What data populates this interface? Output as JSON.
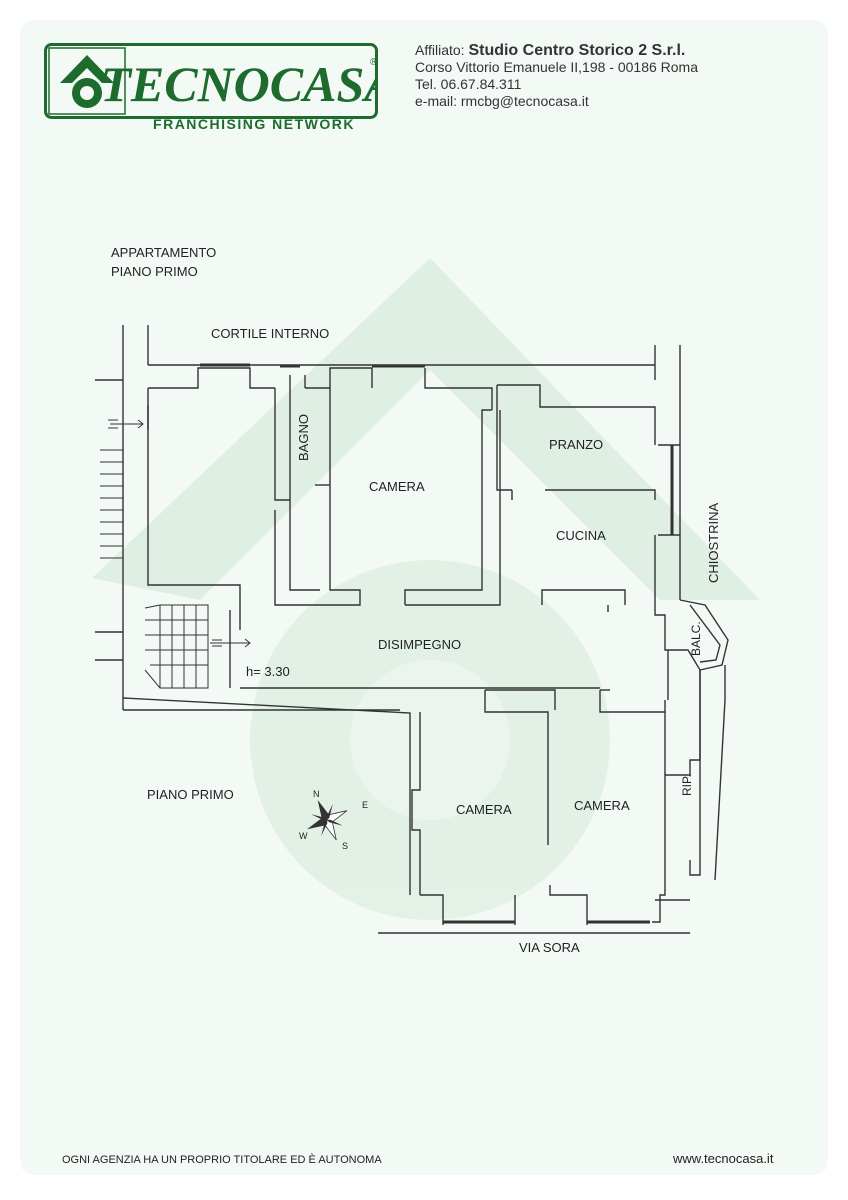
{
  "brand": {
    "name": "TECNOCASA",
    "tagline": "FRANCHISING NETWORK",
    "color_green": "#1e6b2e",
    "registered_mark": "®"
  },
  "agency": {
    "affiliated_label": "Affiliato:",
    "name": "Studio Centro Storico 2 S.r.l.",
    "address": "Corso Vittorio Emanuele II,198 - 00186 Roma",
    "phone": "Tel. 06.67.84.311",
    "email": "e-mail: rmcbg@tecnocasa.it"
  },
  "plan": {
    "title_line1": "APPARTAMENTO",
    "title_line2": "PIANO PRIMO",
    "labels": {
      "courtyard": "CORTILE INTERNO",
      "bathroom": "BAGNO",
      "bedroom_top": "CAMERA",
      "dining": "PRANZO",
      "kitchen": "CUCINA",
      "light_well": "CHIOSTRINA",
      "hallway": "DISIMPEGNO",
      "balcony": "BALC.",
      "height": "h= 3.30",
      "floor_other": "PIANO PRIMO",
      "bedroom_left": "CAMERA",
      "bedroom_right": "CAMERA",
      "storage": "RIP.",
      "street": "VIA SORA"
    },
    "compass": {
      "n": "N",
      "e": "E",
      "s": "S",
      "w": "W"
    }
  },
  "footer": {
    "disclaimer": "OGNI AGENZIA HA UN PROPRIO TITOLARE ED È AUTONOMA",
    "website": "www.tecnocasa.it"
  }
}
